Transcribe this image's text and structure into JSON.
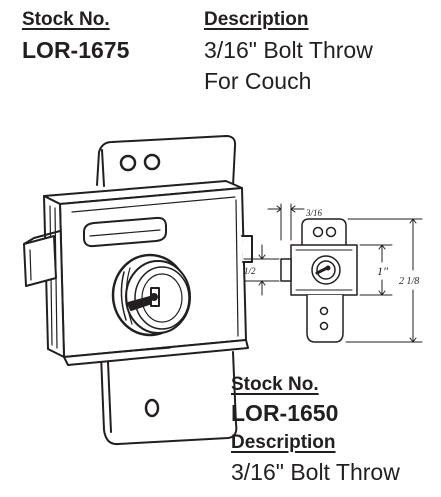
{
  "products": [
    {
      "stock_label": "Stock No.",
      "stock_number": "LOR-1675",
      "description_label": "Description",
      "description_lines": [
        "3/16\" Bolt Throw",
        "For Couch"
      ]
    },
    {
      "stock_label": "Stock No.",
      "stock_number": "LOR-1650",
      "description_label": "Description",
      "description_lines": [
        "3/16\" Bolt Throw"
      ]
    }
  ],
  "drawing": {
    "dim_bolt_throw": "3/16",
    "dim_bolt_height": "1/2",
    "dim_body_height": "1\"",
    "dim_overall_height": "2 1/8"
  },
  "colors": {
    "ink": "#231f20",
    "paper": "#ffffff"
  }
}
